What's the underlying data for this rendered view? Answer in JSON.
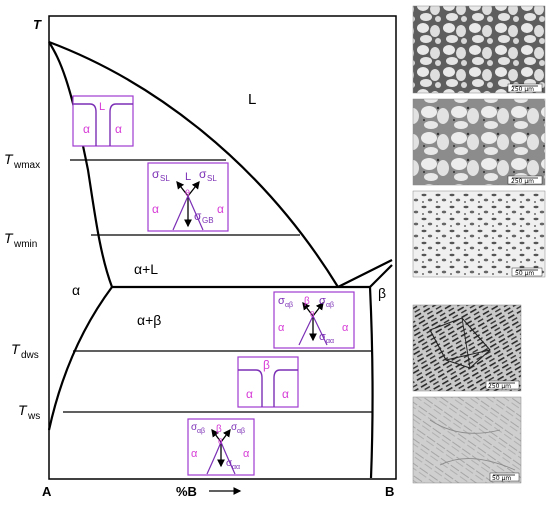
{
  "diagram": {
    "y_axis_symbol": "T",
    "x_axis_label": "%B",
    "left_component": "A",
    "right_component": "B",
    "temperature_levels": [
      {
        "base": "T",
        "sub": "wmax"
      },
      {
        "base": "T",
        "sub": "wmin"
      },
      {
        "base": "T",
        "sub": "dws"
      },
      {
        "base": "T",
        "sub": "ws"
      }
    ],
    "phase_regions": {
      "liquid": "L",
      "alpha_plus_liquid": "α+L",
      "alpha": "α",
      "alpha_plus_beta": "α+β",
      "beta": "β"
    }
  },
  "insets": {
    "liquid_film": {
      "top": "L",
      "left": "α",
      "right": "α"
    },
    "wetting_sl": {
      "sigma": "σ",
      "left_sub": "SL",
      "right_sub": "SL",
      "center": "L",
      "angle": "θ",
      "bottom_sub": "GB",
      "left_phase": "α",
      "right_phase": "α"
    },
    "wetting_ab": {
      "sigma": "σ",
      "left_sub": "αβ",
      "right_sub": "αβ",
      "center": "β",
      "angle": "θ",
      "bottom_sub": "αα",
      "left_phase": "α",
      "right_phase": "α"
    },
    "beta_film": {
      "top": "β",
      "left": "α",
      "right": "α"
    },
    "wetting_ab_low": {
      "sigma": "σ",
      "left_sub": "αβ",
      "right_sub": "αβ",
      "center": "β",
      "angle": "θ",
      "bottom_sub": "αα",
      "left_phase": "α",
      "right_phase": "α"
    }
  },
  "micrographs": [
    {
      "scale": "250 µm"
    },
    {
      "scale": "250 µm"
    },
    {
      "scale": "50 µm"
    },
    {
      "scale": "250 µm"
    },
    {
      "scale": "50 µm"
    }
  ],
  "colors": {
    "inset_border": "#a13bd0",
    "label_pink": "#d63ad6",
    "label_purple": "#7b2fb5"
  }
}
